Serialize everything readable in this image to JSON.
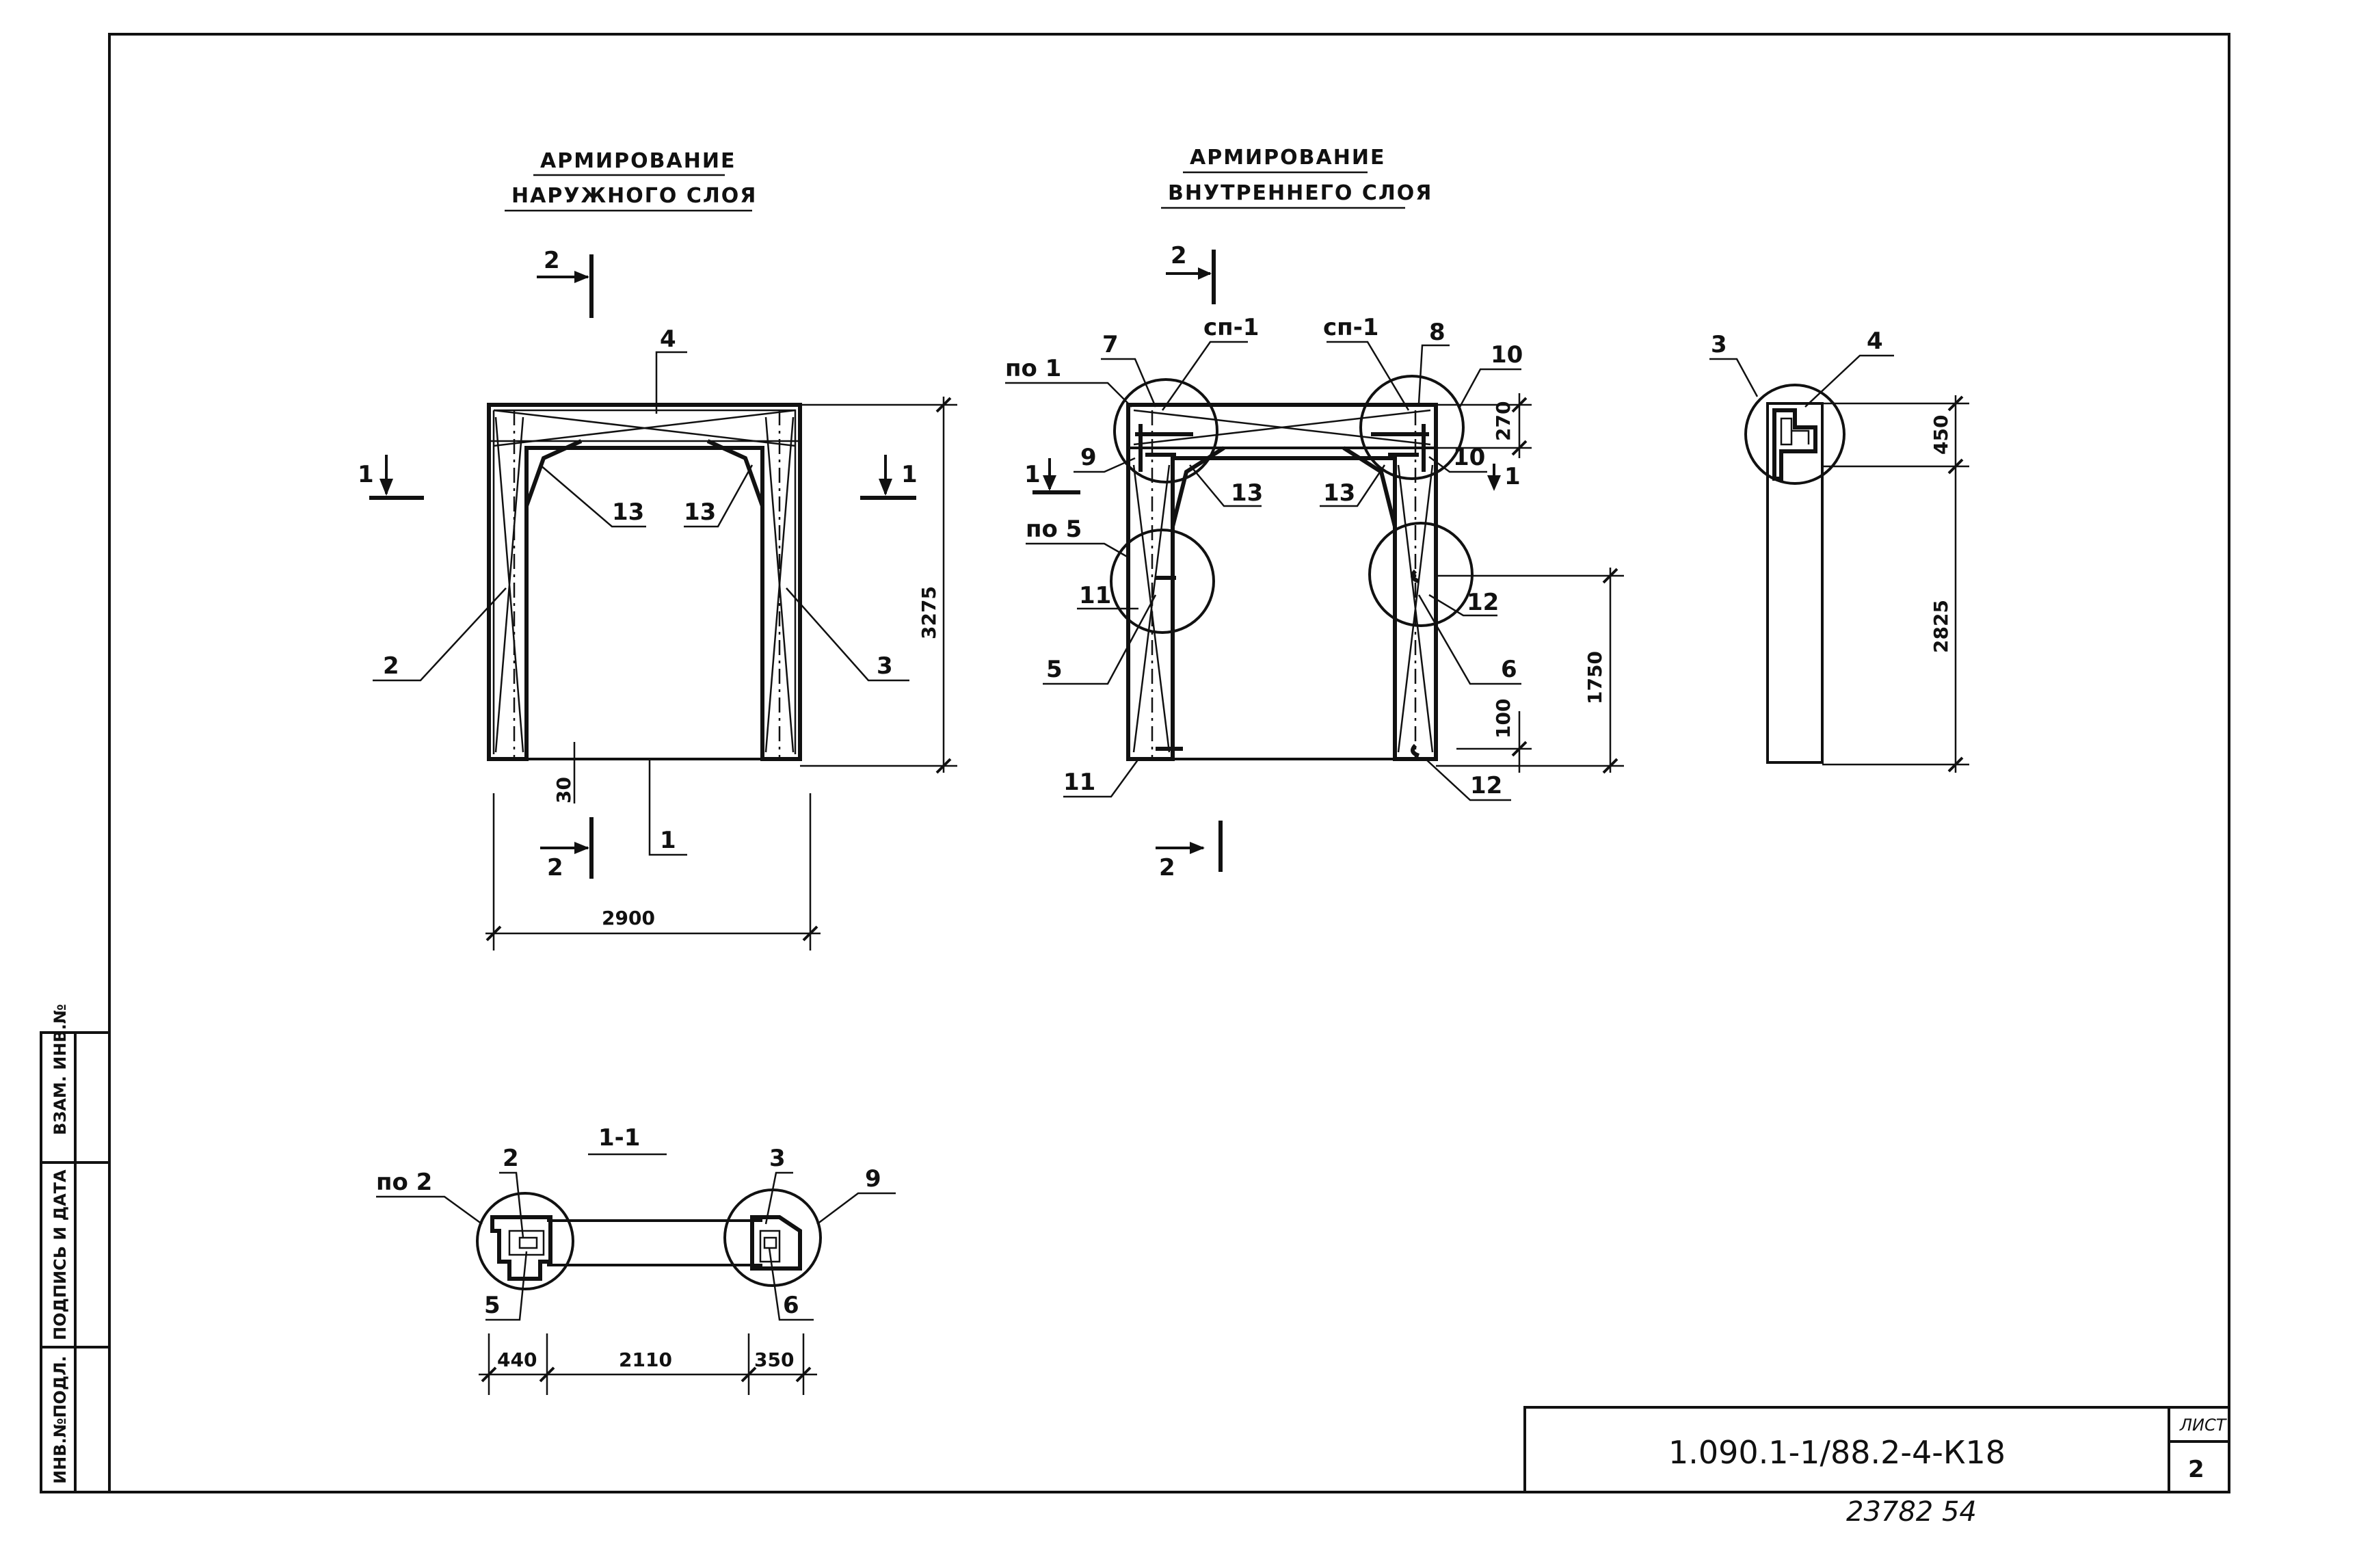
{
  "titles": {
    "outer": [
      "АРМИРОВАНИЕ",
      "НАРУЖНОГО СЛОЯ"
    ],
    "inner": [
      "АРМИРОВАНИЕ",
      "ВНУТРЕННЕГО СЛОЯ"
    ],
    "section": "1-1"
  },
  "outer_view": {
    "marks": [
      "1",
      "2",
      "3",
      "4",
      "13",
      "13"
    ],
    "dims": [
      "3275",
      "30",
      "2900"
    ],
    "section_marks": [
      "1",
      "1",
      "2",
      "2"
    ]
  },
  "inner_view": {
    "marks": [
      "7",
      "сп-1",
      "сп-1",
      "8",
      "по 1",
      "9",
      "10",
      "13",
      "13",
      "по 5",
      "10",
      "11",
      "12",
      "5",
      "6",
      "11",
      "12"
    ],
    "dims": [
      "270",
      "1750",
      "100"
    ],
    "section_marks": [
      "1",
      "1",
      "2",
      "2"
    ]
  },
  "side_view": {
    "marks": [
      "3",
      "4"
    ],
    "dims": [
      "450",
      "2825"
    ]
  },
  "section_view": {
    "marks": [
      "по 2",
      "2",
      "3",
      "9",
      "5",
      "6"
    ],
    "dims": [
      "440",
      "2110",
      "350"
    ]
  },
  "side_stamp": [
    "ИНВ.№ПОДЛ.",
    "ПОДПИСЬ И ДАТА",
    "ВЗАМ. ИНВ.№"
  ],
  "title_block": {
    "code": "1.090.1-1/88.2-4-К18",
    "sheet_label": "ЛИСТ",
    "sheet_number": "2",
    "archive_number": "23782 54"
  }
}
